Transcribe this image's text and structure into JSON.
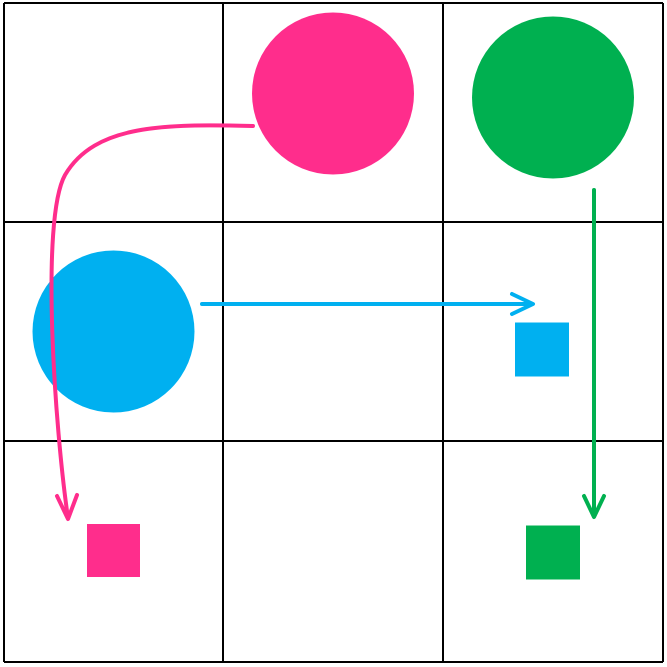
{
  "board": {
    "rows": 3,
    "cols": 3,
    "line_color": "#000000",
    "background": "#ffffff"
  },
  "pieces": [
    {
      "name": "pink-ball",
      "shape": "circle",
      "color": "#ff2d8c",
      "row": 0,
      "col": 1
    },
    {
      "name": "green-ball",
      "shape": "circle",
      "color": "#00b050",
      "row": 0,
      "col": 2
    },
    {
      "name": "blue-ball",
      "shape": "circle",
      "color": "#00b0f0",
      "row": 1,
      "col": 0
    }
  ],
  "targets": [
    {
      "name": "blue-target",
      "shape": "square",
      "color": "#00b0f0",
      "row": 1,
      "col": 2
    },
    {
      "name": "pink-target",
      "shape": "square",
      "color": "#ff2d8c",
      "row": 2,
      "col": 0
    },
    {
      "name": "green-target",
      "shape": "square",
      "color": "#00b050",
      "row": 2,
      "col": 2
    }
  ],
  "moves": [
    {
      "name": "pink-move-arrow",
      "color": "#ff2d8c",
      "from": "pink-ball",
      "to": "pink-target",
      "style": "curved"
    },
    {
      "name": "blue-move-arrow",
      "color": "#00b0f0",
      "from": "blue-ball",
      "to": "blue-target",
      "style": "straight"
    },
    {
      "name": "green-move-arrow",
      "color": "#00b050",
      "from": "green-ball",
      "to": "green-target",
      "style": "straight"
    }
  ]
}
